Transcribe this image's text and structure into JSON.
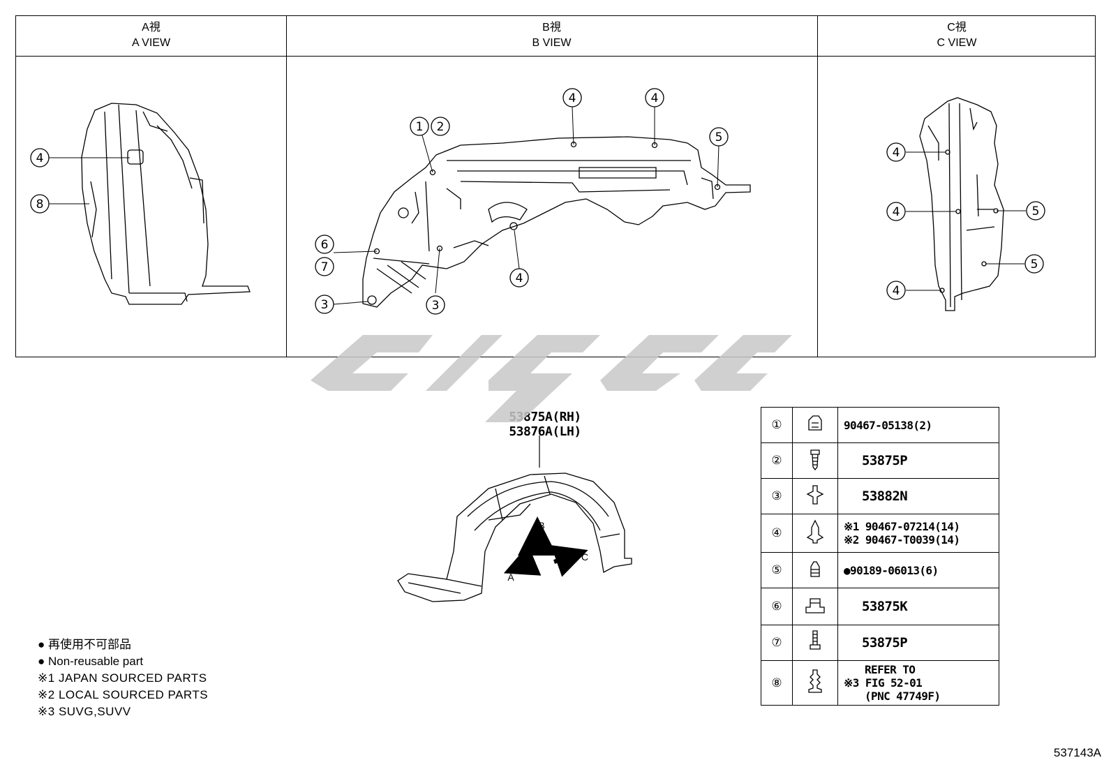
{
  "views": [
    {
      "jp": "A視",
      "en": "A VIEW"
    },
    {
      "jp": "B視",
      "en": "B VIEW"
    },
    {
      "jp": "C視",
      "en": "C VIEW"
    }
  ],
  "callouts": {
    "a": [
      "4",
      "8"
    ],
    "b": [
      "1",
      "2",
      "4",
      "4",
      "5",
      "6",
      "7",
      "3",
      "3",
      "4"
    ],
    "c": [
      "4",
      "4",
      "5",
      "5",
      "4"
    ]
  },
  "main_part": {
    "rh": "53875A(RH)",
    "lh": "53876A(LH)"
  },
  "direction_labels": {
    "a": "A",
    "b": "B",
    "c": "C"
  },
  "notes": {
    "bullet": "●",
    "non_reusable_jp": "再使用不可部品",
    "non_reusable_en": "Non-reusable part",
    "note1_mark": "※1",
    "note1": "JAPAN SOURCED PARTS",
    "note2_mark": "※2",
    "note2": "LOCAL SOURCED PARTS",
    "note3_mark": "※3",
    "note3": "SUVG,SUVV"
  },
  "parts": [
    {
      "num": "①",
      "icon": "clip-icon",
      "lines": [
        "90467-05138(2)"
      ]
    },
    {
      "num": "②",
      "icon": "screw-icon",
      "lines": [
        "53875P"
      ]
    },
    {
      "num": "③",
      "icon": "push-rivet-icon",
      "lines": [
        "53882N"
      ]
    },
    {
      "num": "④",
      "icon": "clip-icon",
      "lines": [
        "※1 90467-07214(14)",
        "※2 90467-T0039(14)"
      ]
    },
    {
      "num": "⑤",
      "icon": "nut-icon",
      "lines": [
        "●90189-06013(6)"
      ]
    },
    {
      "num": "⑥",
      "icon": "clip-icon",
      "lines": [
        "53875K"
      ]
    },
    {
      "num": "⑦",
      "icon": "screw-icon",
      "lines": [
        "53875P"
      ]
    },
    {
      "num": "⑧",
      "icon": "clip-icon",
      "lines": [
        "REFER TO",
        "※3 FIG 52-01",
        "(PNC 47749F)"
      ]
    }
  ],
  "doc_number": "537143A"
}
